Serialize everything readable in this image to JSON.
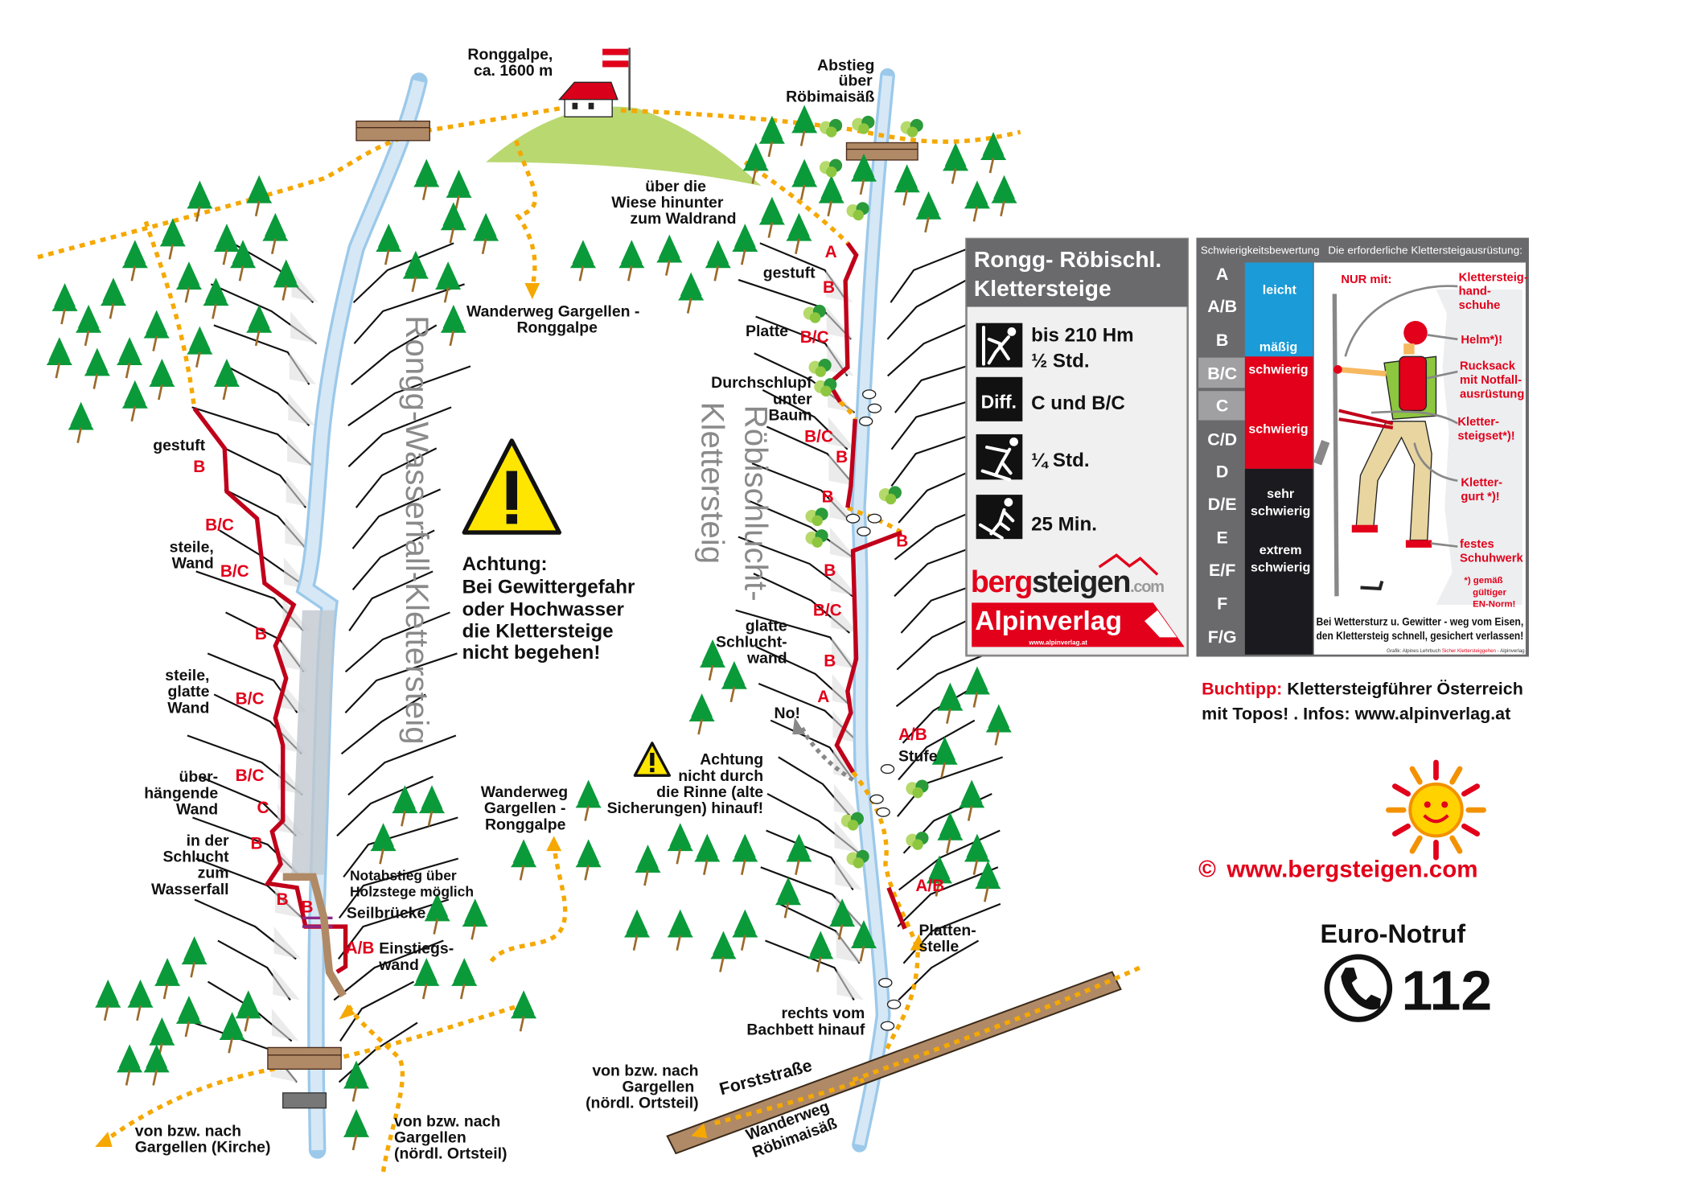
{
  "colors": {
    "route": "#c0001a",
    "path": "#f5a800",
    "river": "#d6e8f6",
    "river_edge": "#9cc9ea",
    "tree": "#0a9a3a",
    "accent_red": "#e2001a",
    "panel_gray": "#6a6a6c",
    "blue": "#1b9bd7",
    "black": "#1a1a1f"
  },
  "top": {
    "ronggalpe": [
      "Ronggalpe,",
      "ca. 1600 m"
    ],
    "abstieg": [
      "Abstieg",
      "über",
      "Röbimaisäß"
    ],
    "wiese": [
      "über die",
      "Wiese hinunter",
      "zum Waldrand"
    ],
    "wanderweg_top": [
      "Wanderweg Gargellen -",
      "Ronggalpe"
    ]
  },
  "rongg": {
    "title": "Rongg-Wasserfall-Klettersteig",
    "notes": {
      "gestuft": "gestuft",
      "steile_wand": [
        "steile,",
        "Wand"
      ],
      "glatte_wand": [
        "steile,",
        "glatte",
        "Wand"
      ],
      "ueberhaengend": [
        "über-",
        "hängende",
        "Wand"
      ],
      "schlucht": [
        "in der",
        "Schlucht",
        "zum",
        "Wasserfall"
      ],
      "notabstieg": [
        "Notabstieg über",
        "Holzstege möglich"
      ],
      "seilbruecke": "Seilbrücke",
      "einstieg": [
        "Einstiegs-",
        "wand"
      ]
    },
    "grades": [
      "B",
      "B/C",
      "B/C",
      "B",
      "B/C",
      "B/C",
      "C",
      "B",
      "B",
      "B",
      "A/B"
    ]
  },
  "warning": {
    "lines": [
      "Achtung:",
      "Bei Gewittergefahr",
      "oder Hochwasser",
      "die Klettersteige",
      "nicht begehen!"
    ]
  },
  "roebi": {
    "title1": "Röbischlucht-",
    "title2": "Klettersteig",
    "notes": {
      "gestuft": "gestuft",
      "platte": "Platte",
      "durchschlupf": [
        "Durchschlupf",
        "unter",
        "Baum"
      ],
      "glatte": [
        "glatte",
        "Schlucht-",
        "wand"
      ],
      "no": "No!",
      "stufe": "Stufe",
      "plattenstelle": [
        "Platten-",
        "stelle"
      ],
      "rechts": [
        "rechts vom",
        "Bachbett hinauf"
      ],
      "achtung": [
        "Achtung",
        "nicht durch",
        "die Rinne (alte",
        "Sicherungen) hinauf!"
      ]
    },
    "grades": [
      "A",
      "B",
      "B/C",
      "B/C",
      "B",
      "B",
      "B",
      "B",
      "B/C",
      "B",
      "A",
      "A/B",
      "A/B"
    ]
  },
  "paths": {
    "wanderweg_mid": [
      "Wanderweg",
      "Gargellen -",
      "Ronggalpe"
    ],
    "kirche": [
      "von bzw. nach",
      "Gargellen (Kirche)"
    ],
    "ortsteil_left": [
      "von bzw. nach",
      "Gargellen",
      "(nördl. Ortsteil)"
    ],
    "ortsteil_right": [
      "von bzw. nach",
      "Gargellen",
      "(nördl. Ortsteil)"
    ],
    "forststrasse": "Forststraße",
    "roebimaisaess": [
      "Wanderweg",
      "Röbimaisäß"
    ]
  },
  "info": {
    "title": [
      "Rongg- Röbischl.",
      "Klettersteige"
    ],
    "ascent": [
      "bis 210 Hm",
      "½ Std."
    ],
    "diff_label": "Diff.",
    "difficulty": "C und B/C",
    "approach": "¼ Std.",
    "descent": "25 Min.",
    "logo_berg": "berg",
    "logo_steigen": "steigen",
    "logo_com": ".com",
    "alpinverlag": "Alpinverlag",
    "alpinverlag_url": "www.alpinverlag.at"
  },
  "legend": {
    "header_left": "Schwierigkeitsbewertung",
    "header_right": "Die erforderliche Klettersteigausrüstung:",
    "grades": [
      "A",
      "A/B",
      "B",
      "B/C",
      "C",
      "C/D",
      "D",
      "D/E",
      "E",
      "E/F",
      "F",
      "F/G"
    ],
    "levels": [
      "leicht",
      "mäßig",
      "schwierig",
      "schwierig",
      "sehr",
      "schwierig",
      "extrem",
      "schwierig"
    ],
    "nur_mit": "NUR mit:",
    "gear": {
      "handschuhe": [
        "Klettersteig-",
        "hand-",
        "schuhe"
      ],
      "helm": "Helm*)!",
      "rucksack": [
        "Rucksack",
        "mit Notfall-",
        "ausrüstung"
      ],
      "set": [
        "Kletter-",
        "steigset*)!"
      ],
      "gurt": [
        "Kletter-",
        "gurt *)!"
      ],
      "schuh": [
        "festes",
        "Schuhwerk"
      ],
      "norm": [
        "*) gemäß",
        "gültiger",
        "EN-Norm!"
      ]
    },
    "warning": [
      "Bei Wettersturz u. Gewitter - weg vom Eisen,",
      "den Klettersteig schnell, gesichert verlassen!"
    ],
    "credit": [
      "Grafik: Alpines Lehrbuch ",
      "Sicher Klettersteiggehen",
      " - Alpinverlag"
    ]
  },
  "buchtipp": {
    "label": "Buchtipp:",
    "text": " Klettersteigführer Österreich",
    "line2": "mit Topos! . Infos: www.alpinverlag.at"
  },
  "copyright": {
    "symbol": "©",
    "url": "www.bergsteigen.com"
  },
  "emergency": {
    "title": "Euro-Notruf",
    "number": "112"
  }
}
